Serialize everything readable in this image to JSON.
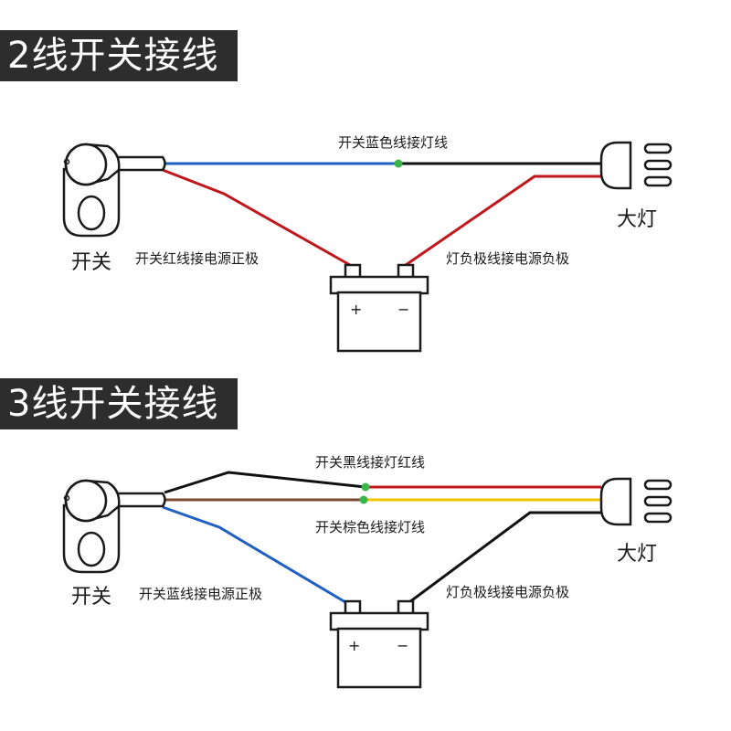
{
  "section1": {
    "title": "2线开关接线",
    "switch_label": "开关",
    "lamp_label": "大灯",
    "wire_top_label": "开关蓝色线接灯线",
    "wire_left_label": "开关红线接电源正极",
    "wire_right_label": "灯负极线接电源负极",
    "battery_plus": "+",
    "battery_minus": "−"
  },
  "section2": {
    "title": "3线开关接线",
    "switch_label": "开关",
    "lamp_label": "大灯",
    "wire_top_label": "开关黑线接灯红线",
    "wire_mid_label": "开关棕色线接灯线",
    "wire_left_label": "开关蓝线接电源正极",
    "wire_right_label": "灯负极线接电源负极",
    "battery_plus": "+",
    "battery_minus": "−"
  },
  "colors": {
    "blue": "#2060c0",
    "red": "#c0171d",
    "black": "#111111",
    "brown": "#7a4a2e",
    "yellow": "#f2c400",
    "node": "#3ab54a",
    "banner": "#2d2d2d"
  }
}
